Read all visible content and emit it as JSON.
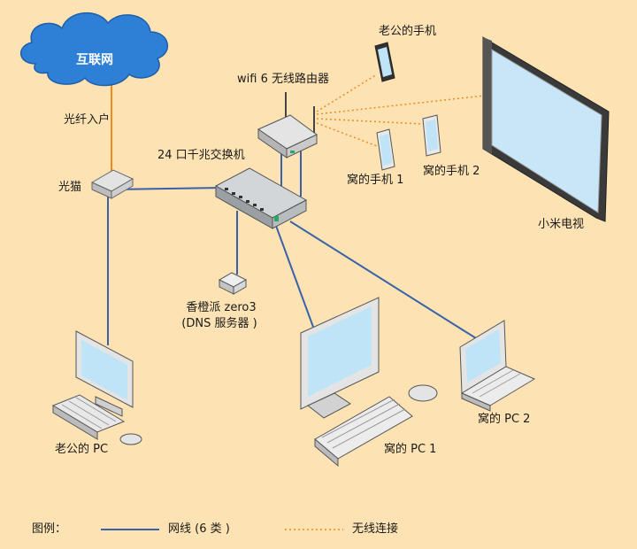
{
  "cloud": {
    "label": "互联网"
  },
  "links": {
    "fiber_label": "光纤入户"
  },
  "devices": {
    "modem": "光猫",
    "router": "wifi 6 无线路由器",
    "switch": "24 口千兆交换机",
    "orangepi_line1": "香橙派 zero3",
    "orangepi_line2": "(DNS 服务器 )",
    "husband_phone": "老公的手机",
    "wife_phone_1": "窝的手机 1",
    "wife_phone_2": "窝的手机 2",
    "tv": "小米电视",
    "husband_pc": "老公的 PC",
    "wife_pc_1": "窝的 PC 1",
    "wife_pc_2": "窝的 PC 2"
  },
  "legend": {
    "title": "图例：",
    "wired": "网线 (6 类 )",
    "wireless": "无线连接"
  },
  "colors": {
    "background": "#fde3b4",
    "wired_line": "#3a62a8",
    "wireless_line": "#f08a1c",
    "fiber_line": "#f08a1c",
    "cloud": "#2e7fd6",
    "screen": "#bfe3f7"
  }
}
